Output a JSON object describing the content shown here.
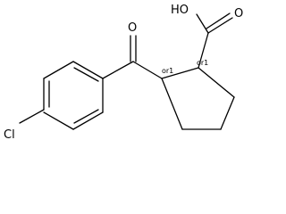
{
  "molecule": {
    "atoms": {
      "hydroxyl": "HO",
      "carbonyl_oxygen_acid": "O",
      "carbonyl_oxygen_ketone": "O",
      "chlorine": "Cl"
    },
    "stereo_labels": {
      "c1": "or1",
      "c2": "or1"
    }
  }
}
